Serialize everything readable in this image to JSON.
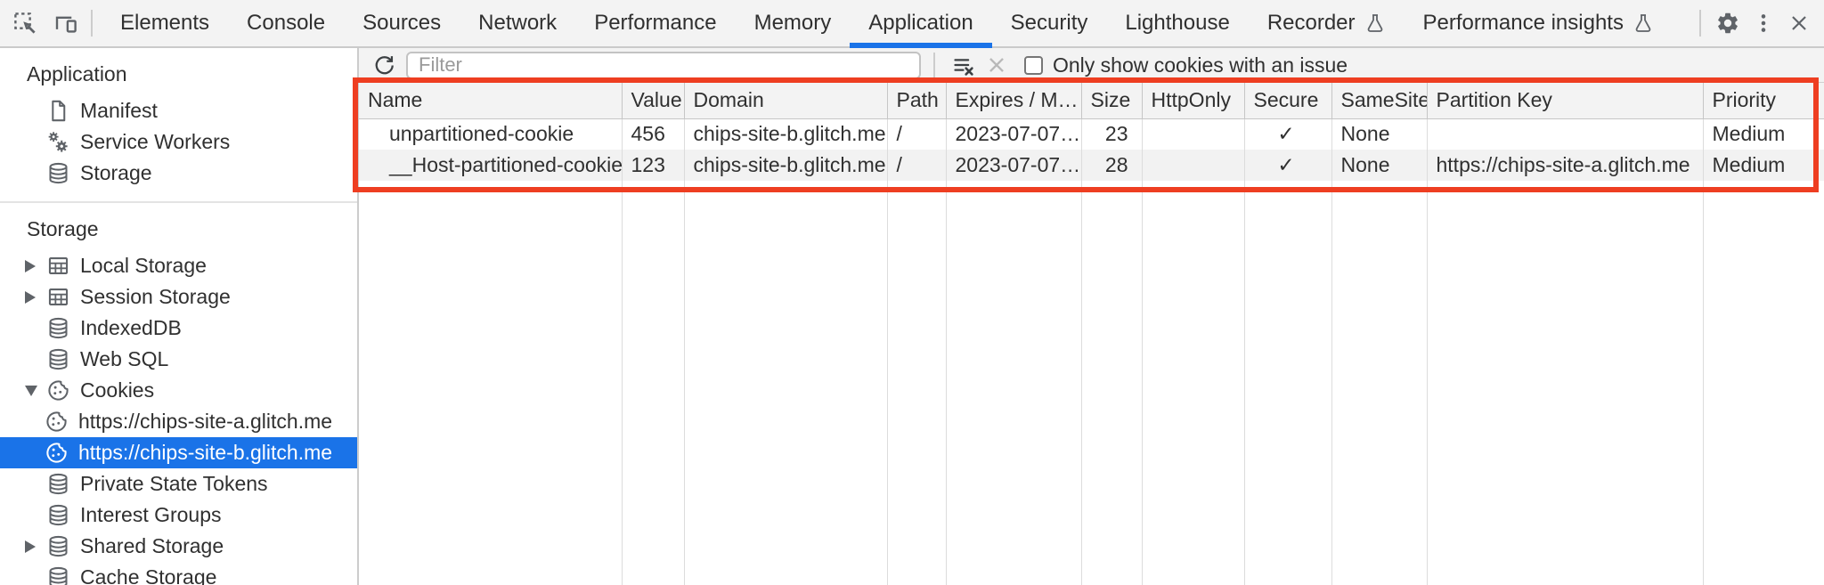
{
  "colors": {
    "accent_blue": "#1a73e8",
    "annotation_red": "#ee3e21",
    "toolbar_bg": "#f3f3f3",
    "selected_row_bg": "#1a73e8",
    "stripe_row_bg": "#f2f2f2"
  },
  "toolbar": {
    "tabs": [
      {
        "label": "Elements"
      },
      {
        "label": "Console"
      },
      {
        "label": "Sources"
      },
      {
        "label": "Network"
      },
      {
        "label": "Performance"
      },
      {
        "label": "Memory"
      },
      {
        "label": "Application",
        "selected": true
      },
      {
        "label": "Security"
      },
      {
        "label": "Lighthouse"
      },
      {
        "label": "Recorder",
        "flask": true
      },
      {
        "label": "Performance insights",
        "flask": true
      }
    ],
    "icons": [
      "inspect-icon",
      "device-toolbar-icon",
      "gear-icon",
      "kebab-menu-icon",
      "close-icon"
    ]
  },
  "sidebar": {
    "sections": [
      {
        "title": "Application",
        "items": [
          {
            "label": "Manifest",
            "icon": "document-icon"
          },
          {
            "label": "Service Workers",
            "icon": "gears-icon"
          },
          {
            "label": "Storage",
            "icon": "database-icon"
          }
        ]
      },
      {
        "title": "Storage",
        "items": [
          {
            "label": "Local Storage",
            "icon": "table-icon",
            "expand": "collapsed"
          },
          {
            "label": "Session Storage",
            "icon": "table-icon",
            "expand": "collapsed"
          },
          {
            "label": "IndexedDB",
            "icon": "database-icon"
          },
          {
            "label": "Web SQL",
            "icon": "database-icon"
          },
          {
            "label": "Cookies",
            "icon": "cookie-icon",
            "expand": "expanded"
          },
          {
            "label": "https://chips-site-a.glitch.me",
            "icon": "cookie-icon",
            "child": true
          },
          {
            "label": "https://chips-site-b.glitch.me",
            "icon": "cookie-icon",
            "child": true,
            "selected": true
          },
          {
            "label": "Private State Tokens",
            "icon": "database-icon"
          },
          {
            "label": "Interest Groups",
            "icon": "database-icon"
          },
          {
            "label": "Shared Storage",
            "icon": "database-icon",
            "expand": "collapsed"
          },
          {
            "label": "Cache Storage",
            "icon": "database-icon"
          }
        ]
      }
    ]
  },
  "cookies": {
    "filter_placeholder": "Filter",
    "only_issue_label": "Only show cookies with an issue",
    "toolbar_icons": [
      "refresh-icon",
      "clear-all-icon",
      "delete-icon"
    ],
    "columns": [
      "Name",
      "Value",
      "Domain",
      "Path",
      "Expires / M…",
      "Size",
      "HttpOnly",
      "Secure",
      "SameSite",
      "Partition Key",
      "Priority"
    ],
    "rows": [
      {
        "name": "unpartitioned-cookie",
        "value": "456",
        "domain": "chips-site-b.glitch.me",
        "path": "/",
        "expires": "2023-07-07…",
        "size": "23",
        "http_only": "",
        "secure": "✓",
        "same_site": "None",
        "partition_key": "",
        "priority": "Medium"
      },
      {
        "name": "__Host-partitioned-cookie",
        "value": "123",
        "domain": "chips-site-b.glitch.me",
        "path": "/",
        "expires": "2023-07-07…",
        "size": "28",
        "http_only": "",
        "secure": "✓",
        "same_site": "None",
        "partition_key": "https://chips-site-a.glitch.me",
        "priority": "Medium"
      }
    ]
  }
}
